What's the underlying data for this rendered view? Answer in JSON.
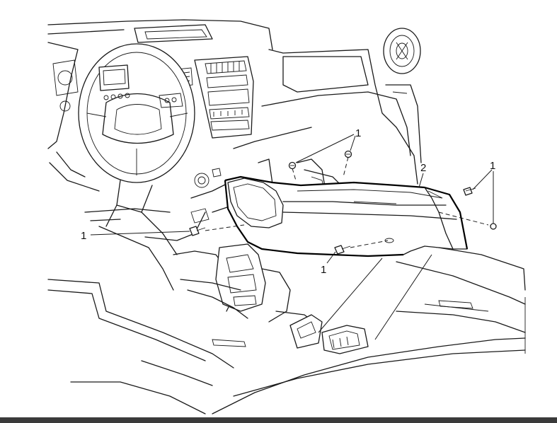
{
  "diagram": {
    "callouts": {
      "screw_top": "1",
      "console": "2",
      "screw_right": "1",
      "screw_left": "1",
      "screw_bottom": "1"
    }
  },
  "colors": {
    "line": "#1a1a1a",
    "background": "#ffffff",
    "bottom_bar": "#3a3a3a"
  }
}
